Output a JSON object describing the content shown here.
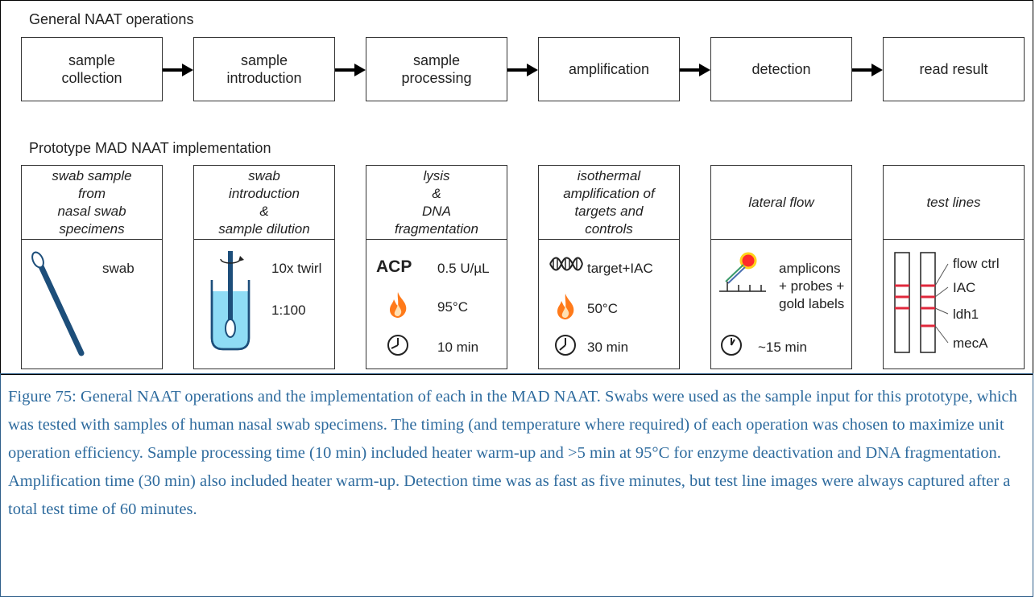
{
  "colors": {
    "caption": "#2e6b9e",
    "test_line": "#e0283c",
    "swab": "#1d4e7a",
    "flame": "#ff7a1a",
    "tube_liquid": "#8fdcf5"
  },
  "section_titles": {
    "general": "General NAAT operations",
    "prototype": "Prototype MAD NAAT implementation"
  },
  "operations": [
    {
      "label": "sample\ncollection"
    },
    {
      "label": "sample\nintroduction"
    },
    {
      "label": "sample\nprocessing"
    },
    {
      "label": "amplification"
    },
    {
      "label": "detection"
    },
    {
      "label": "read result"
    }
  ],
  "implementations": [
    {
      "title": "swab sample\nfrom\nnasal swab\nspecimens",
      "labels": [
        "swab"
      ],
      "icons": [
        "swab-icon"
      ]
    },
    {
      "title": "swab\nintroduction\n&\nsample dilution",
      "labels": [
        "10x twirl",
        "1:100"
      ],
      "icons": [
        "tube-icon",
        "rotation-arrow-icon"
      ]
    },
    {
      "title": "lysis\n&\nDNA\nfragmentation",
      "labels": [
        "ACP",
        "0.5 U/µL",
        "95°C",
        "10 min"
      ],
      "icons": [
        "flame-icon",
        "clock-icon"
      ]
    },
    {
      "title": "isothermal\namplification of\ntargets and\ncontrols",
      "labels": [
        "target+IAC",
        "50°C",
        "30 min"
      ],
      "icons": [
        "dna-helix-icon",
        "flame-icon",
        "clock-icon"
      ]
    },
    {
      "title": "lateral flow",
      "labels": [
        "amplicons",
        "+ probes +",
        "gold labels",
        "~15 min"
      ],
      "icons": [
        "lateral-flow-icon",
        "clock-icon"
      ]
    },
    {
      "title": "test lines",
      "labels": [
        "flow ctrl",
        "IAC",
        "ldh1",
        "mecA"
      ],
      "icons": [
        "test-strip-icon"
      ]
    }
  ],
  "caption": "Figure 75: General NAAT operations and the implementation of each in the MAD NAAT. Swabs were used as the sample input for this prototype, which was tested with samples of human nasal swab specimens. The timing (and temperature where required) of each operation was chosen to maximize unit operation efficiency. Sample processing time (10 min) included heater warm-up and >5 min at 95°C for enzyme deactivation and DNA fragmentation. Amplification time (30 min) also included heater warm-up. Detection time was as fast as five minutes, but test line images were always captured after a total test time of 60 minutes."
}
